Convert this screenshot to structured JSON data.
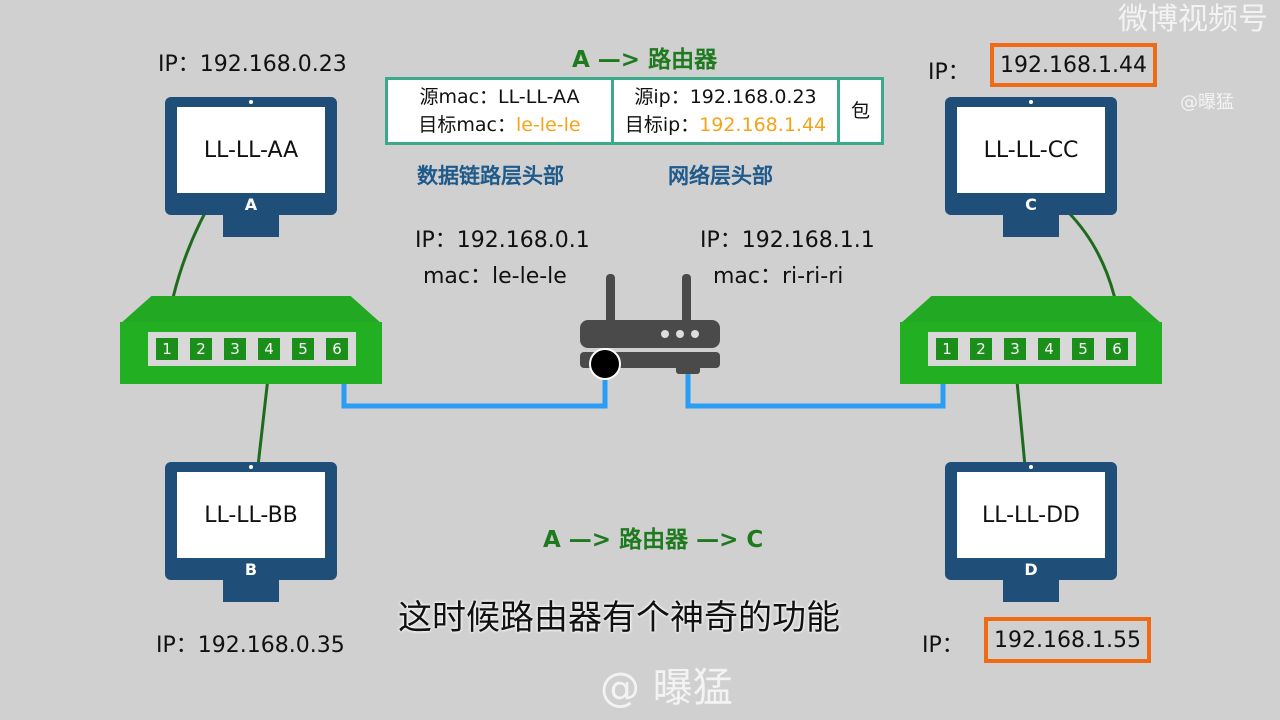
{
  "hosts": {
    "a": {
      "ip_label": "IP：192.168.0.23",
      "mac": "LL-LL-AA",
      "letter": "A"
    },
    "b": {
      "ip_label": "IP：192.168.0.35",
      "mac": "LL-LL-BB",
      "letter": "B"
    },
    "c": {
      "ip_prefix": "IP：",
      "ip": "192.168.1.44",
      "mac": "LL-LL-CC",
      "letter": "C"
    },
    "d": {
      "ip_prefix": "IP：",
      "ip": "192.168.1.55",
      "mac": "LL-LL-DD",
      "letter": "D"
    }
  },
  "router": {
    "left_ip": "IP：192.168.0.1",
    "left_mac": "mac：le-le-le",
    "right_ip": "IP：192.168.1.1",
    "right_mac": "mac：ri-ri-ri"
  },
  "switch_ports": [
    "1",
    "2",
    "3",
    "4",
    "5",
    "6"
  ],
  "packet": {
    "title": "A —> 路由器",
    "src_mac_label": "源mac：",
    "src_mac": "LL-LL-AA",
    "dst_mac_label": "目标mac：",
    "dst_mac": "le-le-le",
    "src_ip_label": "源ip：",
    "src_ip": "192.168.0.23",
    "dst_ip_label": "目标ip：",
    "dst_ip": "192.168.1.44",
    "payload": "包",
    "dl_header": "数据链路层头部",
    "net_header": "网络层头部"
  },
  "path_label": "A —> 路由器 —> C",
  "subtitle": "这时候路由器有个神奇的功能",
  "watermark": {
    "top": "微博视频号",
    "top_user": "@曝猛",
    "bottom": "@ 曝猛"
  },
  "colors": {
    "monitor": "#1f4e79",
    "switch": "#22b022",
    "highlight": "#ee6a15",
    "link": "#2a9df4",
    "accent": "#f5a418"
  }
}
